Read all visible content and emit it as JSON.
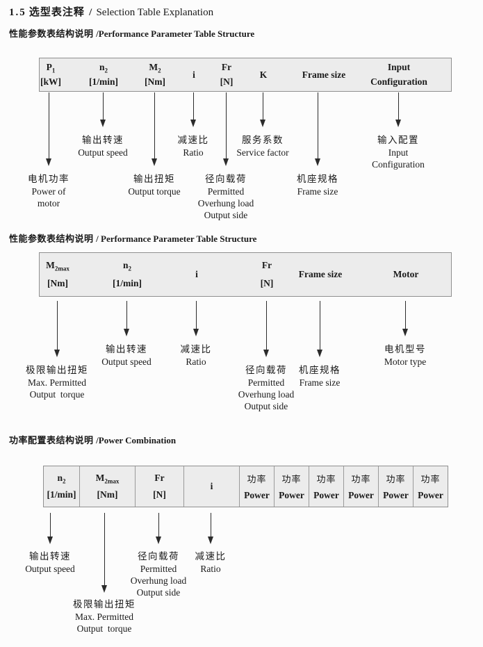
{
  "page_title": {
    "num": "1.5",
    "cn": "选型表注释",
    "sep": "/",
    "en": "Selection Table Explanation"
  },
  "colors": {
    "table_bg": "#ececec",
    "table_border": "#8f8f8f",
    "text": "#1a1a1a",
    "arrow": "#2b2b2b"
  },
  "sections": [
    {
      "heading_cn": "性能参数表结构说明",
      "heading_en": "/Performance Parameter Table Structure",
      "columns": [
        {
          "sym": "P",
          "sub": "1",
          "unit": "[kW]"
        },
        {
          "sym": "n",
          "sub": "2",
          "unit": "[1/min]"
        },
        {
          "sym": "M",
          "sub": "2",
          "unit": "[Nm]"
        },
        {
          "sym": "i"
        },
        {
          "sym": "Fr",
          "unit": "[N]"
        },
        {
          "sym": "K"
        },
        {
          "sym": "Frame size"
        },
        {
          "sym": "Input",
          "unit": "Configuration"
        }
      ],
      "callouts": [
        {
          "cn": "电机功率",
          "en": "Power of\nmotor"
        },
        {
          "cn": "输出转速",
          "en": "Output speed"
        },
        {
          "cn": "输出扭矩",
          "en": "Output torque"
        },
        {
          "cn": "减速比",
          "en": "Ratio"
        },
        {
          "cn": "径向载荷",
          "en": "Permitted\nOverhung load\nOutput side"
        },
        {
          "cn": "服务系数",
          "en": "Service factor"
        },
        {
          "cn": "机座规格",
          "en": "Frame size"
        },
        {
          "cn": "输入配置",
          "en": "Input\nConfiguration"
        }
      ]
    },
    {
      "heading_cn": "性能参数表结构说明",
      "heading_en": "/ Performance Parameter Table Structure",
      "columns": [
        {
          "sym": "M",
          "sub": "2max",
          "unit": "[Nm]"
        },
        {
          "sym": "n",
          "sub": "2",
          "unit": "[1/min]"
        },
        {
          "sym": "i"
        },
        {
          "sym": "Fr",
          "unit": "[N]"
        },
        {
          "sym": "Frame size"
        },
        {
          "sym": "Motor"
        }
      ],
      "callouts": [
        {
          "cn": "极限输出扭矩",
          "en": "Max. Permitted\nOutput  torque"
        },
        {
          "cn": "输出转速",
          "en": "Output speed"
        },
        {
          "cn": "减速比",
          "en": "Ratio"
        },
        {
          "cn": "径向载荷",
          "en": "Permitted\nOverhung load\nOutput side"
        },
        {
          "cn": "机座规格",
          "en": "Frame size"
        },
        {
          "cn": "电机型号",
          "en": "Motor type"
        }
      ]
    },
    {
      "heading_cn": "功率配置表结构说明",
      "heading_en": "/Power Combination",
      "columns": [
        {
          "sym": "n",
          "sub": "2",
          "unit": "[1/min]"
        },
        {
          "sym": "M",
          "sub": "2max",
          "unit": "[Nm]"
        },
        {
          "sym": "Fr",
          "unit": "[N]"
        },
        {
          "sym": "i"
        },
        {
          "cn": "功率",
          "en": "Power"
        },
        {
          "cn": "功率",
          "en": "Power"
        },
        {
          "cn": "功率",
          "en": "Power"
        },
        {
          "cn": "功率",
          "en": "Power"
        },
        {
          "cn": "功率",
          "en": "Power"
        },
        {
          "cn": "功率",
          "en": "Power"
        }
      ],
      "callouts": [
        {
          "cn": "输出转速",
          "en": "Output speed"
        },
        {
          "cn": "极限输出扭矩",
          "en": "Max. Permitted\nOutput  torque"
        },
        {
          "cn": "径向载荷",
          "en": "Permitted\nOverhung load\nOutput side"
        },
        {
          "cn": "减速比",
          "en": "Ratio"
        }
      ]
    }
  ]
}
